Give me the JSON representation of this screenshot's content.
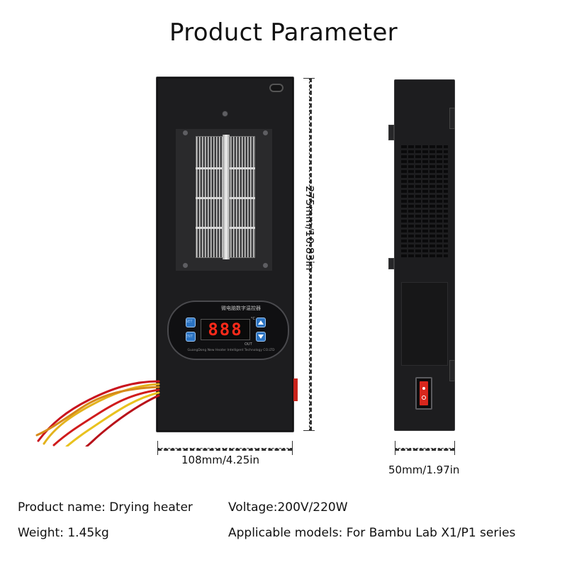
{
  "title": "Product Parameter",
  "controller": {
    "label": "微电脑数字温控器",
    "maker": "GuangDong New Heater Intelligent Technology CO.LTD",
    "display_value": "888",
    "unit": "°C",
    "set_label": "SET",
    "ent_label": "ENT",
    "out_label": "OUT"
  },
  "dimensions": {
    "height": "275mm/10.83in",
    "width": "108mm/4.25in",
    "depth": "50mm/1.97in"
  },
  "specs": {
    "product_name": "Product name: Drying heater",
    "voltage": "Voltage:200V/220W",
    "weight": "Weight: 1.45kg",
    "models": "Applicable models: For Bambu Lab X1/P1 series"
  },
  "colors": {
    "body": "#1d1d1f",
    "display": "#ff2a1a",
    "button": "#2b73c2",
    "switch": "#d8271d"
  },
  "icons": [
    "up-arrow-icon",
    "down-arrow-icon"
  ]
}
